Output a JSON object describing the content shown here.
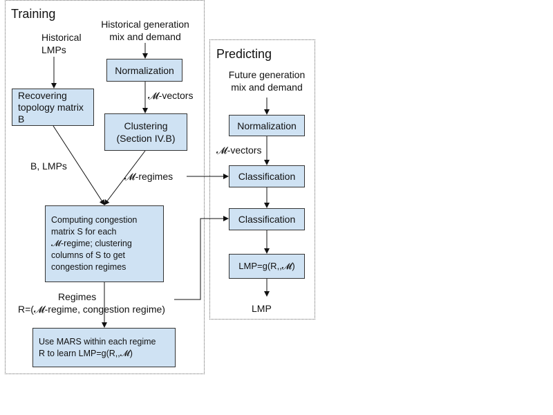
{
  "training": {
    "title": "Training",
    "hist_lmps": "Historical\nLMPs",
    "hist_gen": "Historical generation\nmix and demand",
    "normalization": "Normalization",
    "m_vectors": "𝓜-vectors",
    "recovering": "Recovering\ntopology matrix\nB",
    "clustering": "Clustering\n(Section IV.B)",
    "b_lmps": "B, LMPs",
    "m_regimes": "𝓜-regimes",
    "computing": "Computing congestion\nmatrix S for each\n𝓜-regime; clustering\ncolumns of S to get\ncongestion regimes",
    "regimes": "Regimes",
    "r_def": "R=(𝓜-regime, congestion regime)",
    "mars": "Use MARS within each regime\nR to learn LMP=g(R,,𝓜)"
  },
  "predicting": {
    "title": "Predicting",
    "future_gen": "Future generation\nmix and demand",
    "normalization": "Normalization",
    "m_vectors": "𝓜-vectors",
    "classification1": "Classification",
    "classification2": "Classification",
    "lmp_func": "LMP=g(R,,𝓜)",
    "lmp_out": "LMP"
  }
}
